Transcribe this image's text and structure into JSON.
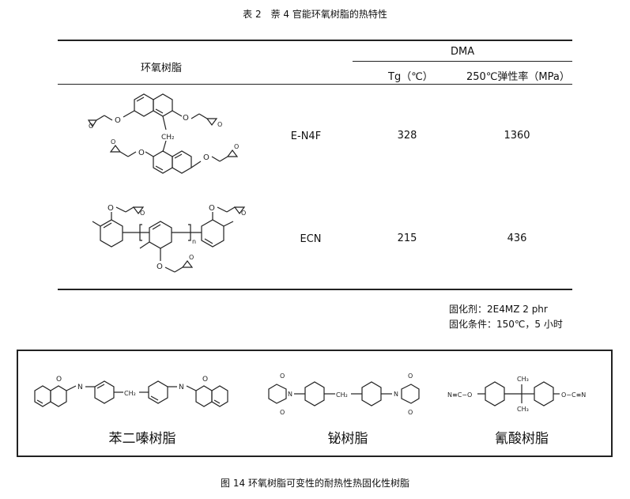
{
  "table": {
    "title": "表 2　萘 4 官能环氧树脂的热特性",
    "col_resin": "环氧树脂",
    "col_group": "DMA",
    "col_tg": "Tg（℃）",
    "col_modulus": "250℃弹性率（MPa）",
    "rows": [
      {
        "name": "E-N4F",
        "tg": "328",
        "modulus": "1360",
        "structure_labels": {
          "ch2": "CH₂"
        }
      },
      {
        "name": "ECN",
        "tg": "215",
        "modulus": "436",
        "structure_labels": {
          "n": "n"
        }
      }
    ],
    "notes": [
      "固化剂：2E4MZ 2 phr",
      "固化条件：150℃，5 小时"
    ]
  },
  "figure": {
    "resins": [
      {
        "label": "苯二嗪树脂",
        "structure_labels": {
          "ch2": "CH₂"
        }
      },
      {
        "label": "铋树脂",
        "structure_labels": {
          "o1": "O",
          "o2": "O",
          "o3": "O",
          "o4": "O",
          "n1": "N",
          "n2": "N",
          "ch2": "CH₂"
        }
      },
      {
        "label": "氰酸树脂",
        "structure_labels": {
          "left": "N≡C−O",
          "right": "O−C≡N",
          "ch3a": "CH₃",
          "ch3b": "CH₃"
        }
      }
    ],
    "caption": "图 14 环氧树脂可变性的耐热性热固化性树脂"
  }
}
